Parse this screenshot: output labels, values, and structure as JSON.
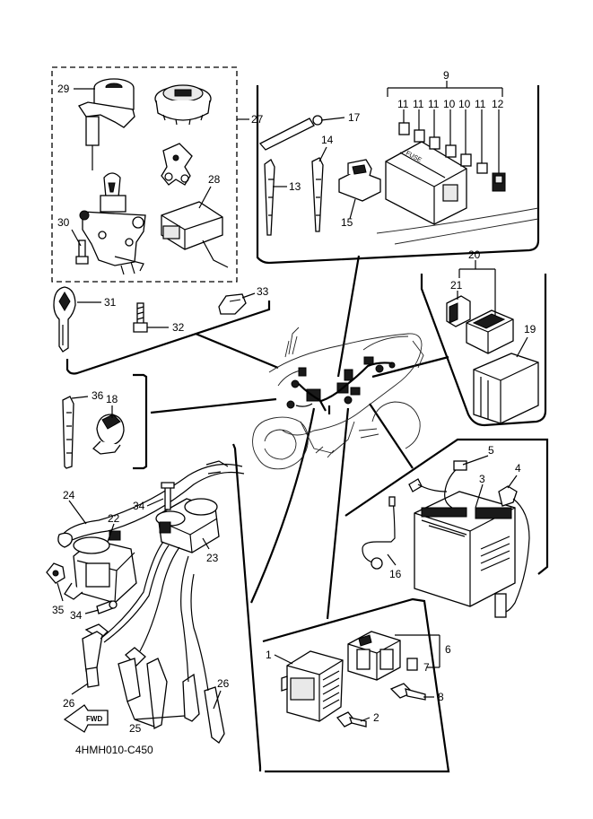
{
  "diagram": {
    "drawing_code": "4HMH010-C450",
    "fwd_label": "FWD",
    "fuse_label": "FUSE",
    "callouts": {
      "c1": "1",
      "c2": "2",
      "c3": "3",
      "c4": "4",
      "c5": "5",
      "c6": "6",
      "c7": "7",
      "c8": "8",
      "c9": "9",
      "c10a": "10",
      "c10b": "10",
      "c11a": "11",
      "c11b": "11",
      "c11c": "11",
      "c11d": "11",
      "c12": "12",
      "c13": "13",
      "c14": "14",
      "c15": "15",
      "c16": "16",
      "c17": "17",
      "c18": "18",
      "c19": "19",
      "c20": "20",
      "c21": "21",
      "c22": "22",
      "c23": "23",
      "c24": "24",
      "c25": "25",
      "c26a": "26",
      "c26b": "26",
      "c27": "27",
      "c28": "28",
      "c29": "29",
      "c30": "30",
      "c31": "31",
      "c32": "32",
      "c33": "33",
      "c34a": "34",
      "c34b": "34",
      "c35": "35",
      "c36": "36"
    }
  }
}
